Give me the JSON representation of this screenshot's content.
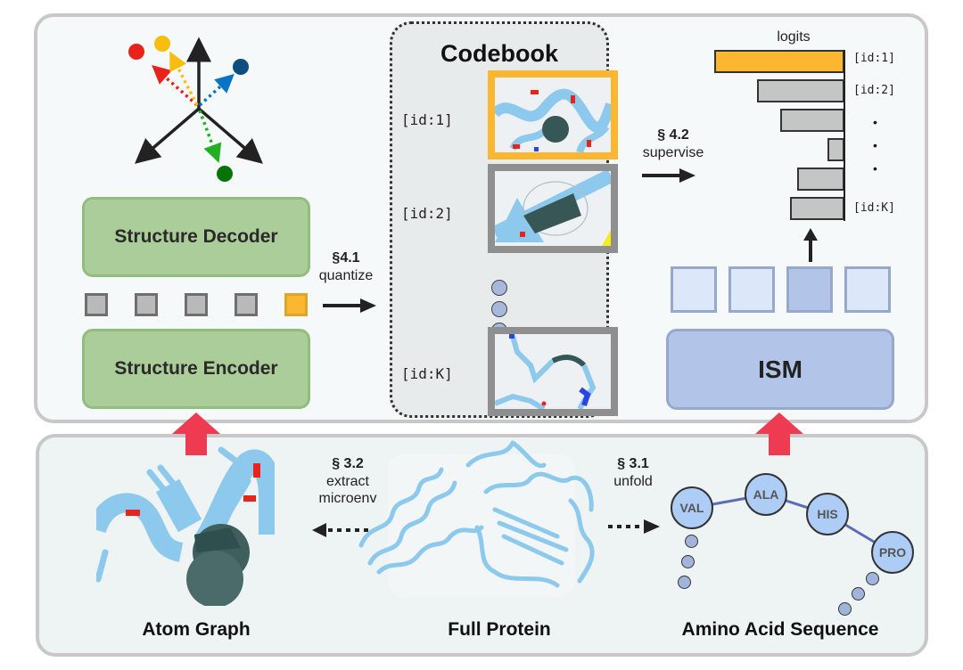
{
  "colors": {
    "highlight": "#fbb72f",
    "token_gray": "#b9b9b9",
    "encoder_green": "#abcd99",
    "ism_blue": "#b2c5e9",
    "up_arrow_red": "#ef3b52",
    "protein_cyan": "#8ccfe8",
    "vector_red": "#e8231b",
    "vector_yellow": "#f7bd0f",
    "vector_blue": "#0d4d80",
    "vector_green": "#087307"
  },
  "vector_space": {
    "icon": "embedding-axes-icon",
    "points": [
      {
        "name": "red",
        "color": "#e8231b"
      },
      {
        "name": "yellow",
        "color": "#f7bd0f"
      },
      {
        "name": "blue",
        "color": "#0d4d80"
      },
      {
        "name": "green",
        "color": "#087307"
      }
    ]
  },
  "structure_decoder": {
    "label": "Structure Decoder"
  },
  "structure_encoder": {
    "label": "Structure Encoder"
  },
  "tokens": {
    "count": 5,
    "highlighted_index": 4
  },
  "quantize_step": {
    "section": "§4.1",
    "action": "quantize"
  },
  "codebook": {
    "title": "Codebook",
    "entries": [
      {
        "id": "[id:1]",
        "highlighted": true
      },
      {
        "id": "[id:2]",
        "highlighted": false
      },
      {
        "id": "[id:K]",
        "highlighted": false
      }
    ]
  },
  "supervise_step": {
    "section": "§ 4.2",
    "action": "supervise"
  },
  "logits": {
    "title": "logits",
    "bars": [
      {
        "label": "[id:1]",
        "value": 1.0,
        "highlighted": true
      },
      {
        "label": "[id:2]",
        "value": 0.67,
        "highlighted": false
      },
      {
        "label": "",
        "value": 0.49,
        "highlighted": false
      },
      {
        "label": "",
        "value": 0.13,
        "highlighted": false
      },
      {
        "label": "",
        "value": 0.36,
        "highlighted": false
      },
      {
        "label": "[id:K]",
        "value": 0.42,
        "highlighted": false
      }
    ],
    "ellipsis": "•"
  },
  "ism": {
    "label": "ISM",
    "token_count": 4,
    "highlighted_index": 2
  },
  "extract_step": {
    "section": "§ 3.2",
    "action_line1": "extract",
    "action_line2": "microenv"
  },
  "unfold_step": {
    "section": "§ 3.1",
    "action": "unfold"
  },
  "bottom": {
    "atom_graph": {
      "title": "Atom Graph"
    },
    "full_protein": {
      "title": "Full Protein"
    },
    "amino_acid_sequence": {
      "title": "Amino Acid Sequence",
      "residues": [
        "VAL",
        "ALA",
        "HIS",
        "PRO"
      ]
    }
  }
}
